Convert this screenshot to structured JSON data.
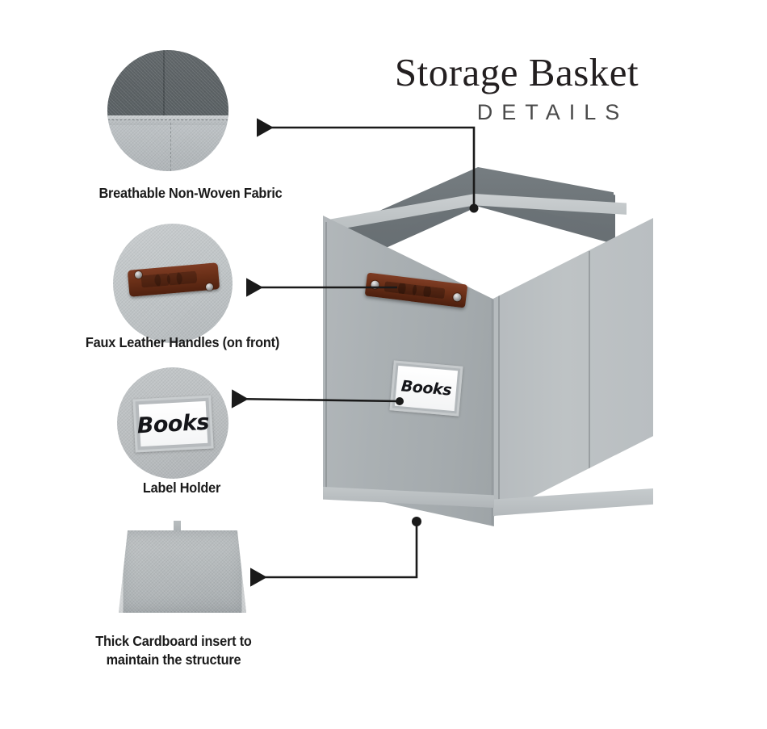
{
  "header": {
    "title": "Storage Basket",
    "subtitle": "DETAILS"
  },
  "callouts": [
    {
      "id": "fabric",
      "caption": "Breathable Non-Woven Fabric",
      "detail_image": "fabric-corner-closeup",
      "arrow": "elbow-left"
    },
    {
      "id": "handle",
      "caption": "Faux Leather Handles (on front)",
      "detail_image": "leather-handle-closeup",
      "arrow": "straight-left"
    },
    {
      "id": "label",
      "caption": "Label Holder",
      "detail_image": "label-holder-closeup",
      "arrow": "straight-left"
    },
    {
      "id": "cardboard",
      "caption": "Thick Cardboard insert to\nmaintain the structure",
      "detail_image": "cardboard-insert",
      "arrow": "elbow-left"
    }
  ],
  "product": {
    "name": "storage-basket",
    "label_card_text": "Books",
    "handle_count": 1,
    "colors": {
      "fabric_front": "#aab0b3",
      "fabric_side": "#bec3c5",
      "fabric_rim": "#c3c8ca",
      "interior": "#6e757a",
      "leather": "#6a2f17",
      "rivet": "#9b9b9b",
      "label_card": "#ffffff",
      "arrow": "#1a1a1a",
      "background": "#ffffff",
      "title_text": "#231f20",
      "caption_text": "#1a1a1a"
    }
  },
  "detail_labels": {
    "circle_label_card_text": "Books"
  }
}
